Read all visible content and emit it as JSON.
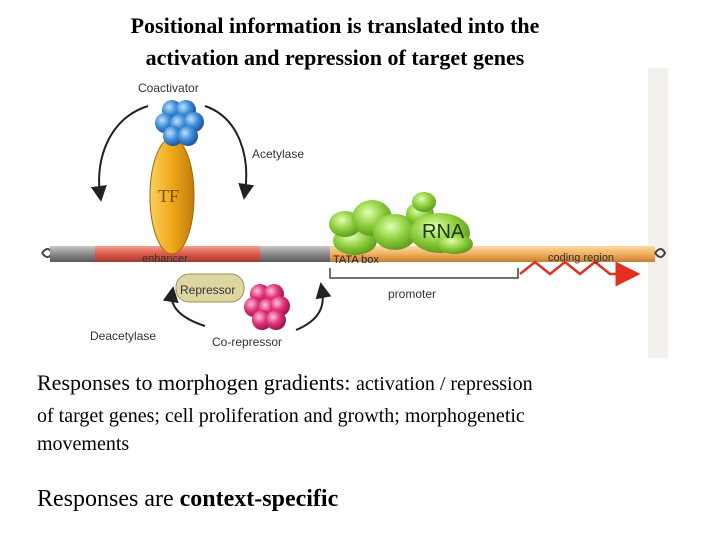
{
  "title": {
    "line1": "Positional information is translated into the",
    "line2": "activation and repression of target genes"
  },
  "diagram": {
    "labels": {
      "coactivator": "Coactivator",
      "acetylase": "Acetylase",
      "tf": "TF",
      "rna": "RNA",
      "enhancer": "enhancer",
      "tata_box": "TATA box",
      "coding_region": "coding region",
      "repressor": "Repressor",
      "promoter": "promoter",
      "deacetylase": "Deacetylase",
      "corepressor": "Co-repressor"
    },
    "colors": {
      "coactivator": "#3f8fd8",
      "tf": "#f0a818",
      "rna_polymerase": "#8ccd3a",
      "corepressor": "#e0337a",
      "repressor": "#ddd6a0",
      "dna_gray": "#8a8a8a",
      "dna_red": "#d95a4a",
      "dna_orange": "#f0b060",
      "transcript": "#e33020"
    }
  },
  "responses": {
    "line1_main": "Responses to morphogen gradients:",
    "line1_small": "activation / repression",
    "line2": "of target genes;  cell proliferation and growth;  morphogenetic",
    "line3": "movements",
    "context_prefix": "Responses are ",
    "context_bold": "context-specific"
  }
}
